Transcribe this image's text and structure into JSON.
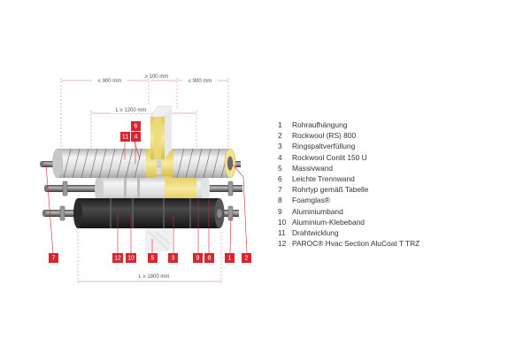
{
  "colors": {
    "badge_red": "#d62632",
    "dimension_line": "#d9a0a8",
    "rockwool_yellow": "#f3e18a",
    "foamglas_black": "#2c2c2c",
    "aluminium_silver": "#d9d9d9"
  },
  "dimensions": {
    "left_span": "≤ 900 mm",
    "middle_gap": "≥ 100 mm",
    "right_span": "≤ 900 mm",
    "inner_span": "L ≥ 1200 mm",
    "bottom_span": "L ≥ 1800 mm"
  },
  "badges": {
    "b6": "6",
    "b11": "11",
    "b4": "4",
    "b7": "7",
    "b12": "12",
    "b10": "10",
    "b5": "5",
    "b3": "3",
    "b9": "9",
    "b8": "8",
    "b1": "1",
    "b2": "2"
  },
  "legend": [
    {
      "num": "1",
      "text": "Rohraufhängung"
    },
    {
      "num": "2",
      "text": "Rockwool (RS) 800"
    },
    {
      "num": "3",
      "text": "Ringspaltverfüllung"
    },
    {
      "num": "4",
      "text": "Rockwool Conlit 150 U"
    },
    {
      "num": "5",
      "text": "Massivwand"
    },
    {
      "num": "6",
      "text": "Leichte Trennwand"
    },
    {
      "num": "7",
      "text": "Rohrtyp gemäß Tabelle"
    },
    {
      "num": "8",
      "text": "Foamglas®"
    },
    {
      "num": "9",
      "text": "Aluminiumband"
    },
    {
      "num": "10",
      "text": "Aluminium-Klebeband"
    },
    {
      "num": "11",
      "text": "Drahtwicklung"
    },
    {
      "num": "12",
      "text": "PAROC® Hvac Section AluCoat T TRZ"
    }
  ]
}
